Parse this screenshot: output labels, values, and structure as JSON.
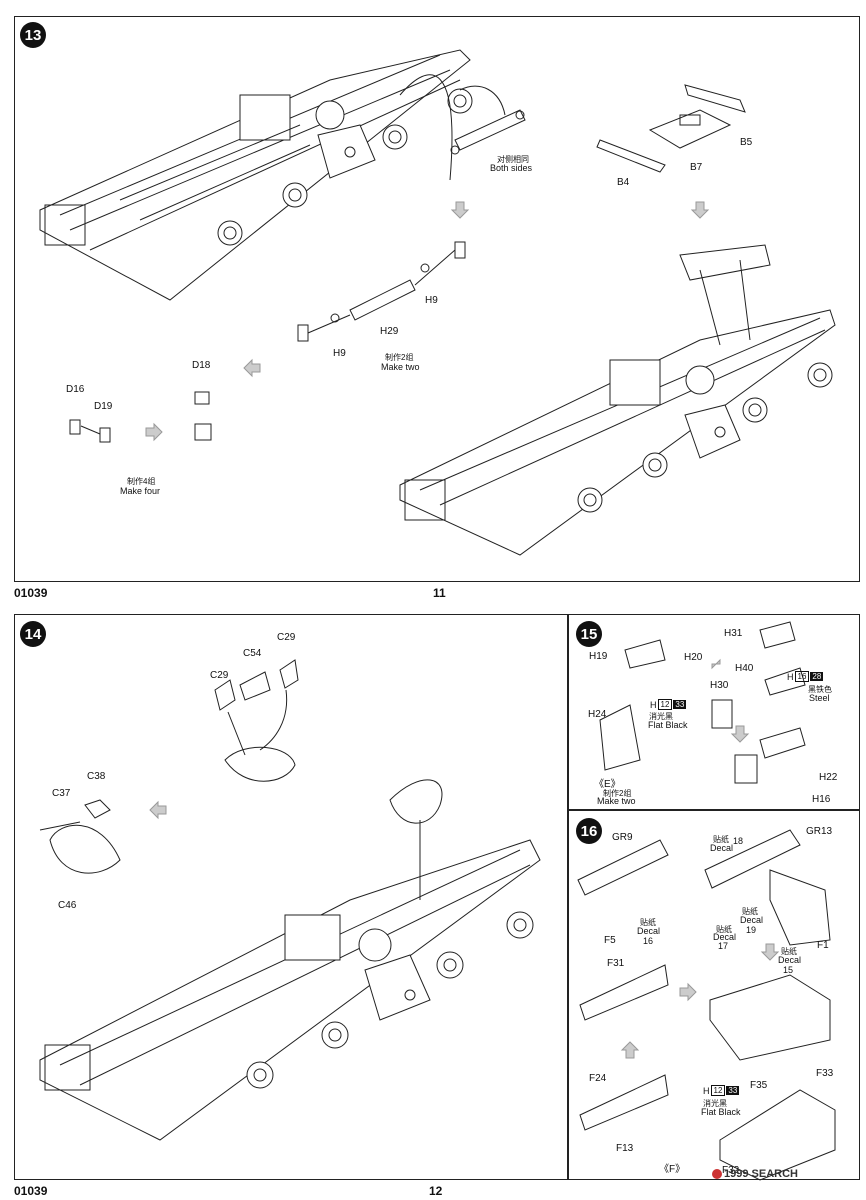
{
  "page11": {
    "step": "13",
    "code": "01039",
    "page_number": "11",
    "labels": {
      "both_sides_cn": "对侧相同",
      "both_sides_en": "Both sides",
      "b5": "B5",
      "b7": "B7",
      "b4": "B4",
      "h9_top": "H9",
      "h9_left": "H9",
      "h29": "H29",
      "make_two_cn": "制作2组",
      "make_two_en": "Make two",
      "d18": "D18",
      "d16": "D16",
      "d19": "D19",
      "make_four_cn": "制作4组",
      "make_four_en": "Make four"
    }
  },
  "page12": {
    "code": "01039",
    "page_number": "12",
    "step14": {
      "step": "14",
      "labels": {
        "c29_top": "C29",
        "c54": "C54",
        "c29_left": "C29",
        "c38": "C38",
        "c37": "C37",
        "c46": "C46"
      }
    },
    "step15": {
      "step": "15",
      "labels": {
        "h19": "H19",
        "h20": "H20",
        "h31": "H31",
        "h40": "H40",
        "h30": "H30",
        "h24": "H24",
        "h22": "H22",
        "h16": "H16",
        "make_two_cn": "制作2组",
        "make_two_en": "Make two",
        "sub_e": "《E》"
      },
      "paint_steel": {
        "letter": "H",
        "num1": "16",
        "num2": "28",
        "cn": "黑铁色",
        "en": "Steel"
      },
      "paint_flat_black": {
        "letter": "H",
        "num1": "12",
        "num2": "33",
        "cn": "消光黑",
        "en": "Flat Black"
      }
    },
    "step16": {
      "step": "16",
      "labels": {
        "gr9": "GR9",
        "gr13": "GR13",
        "decal_18_cn": "贴纸",
        "decal_18_en": "Decal",
        "decal_18_num": "18",
        "decal_16_cn": "贴纸",
        "decal_16_en": "Decal",
        "decal_16_num": "16",
        "decal_17_cn": "贴纸",
        "decal_17_en": "Decal",
        "decal_17_num": "17",
        "decal_19_cn": "贴纸",
        "decal_19_en": "Decal",
        "decal_19_num": "19",
        "decal_15_cn": "贴纸",
        "decal_15_en": "Decal",
        "decal_15_num": "15",
        "f5": "F5",
        "f1": "F1",
        "f31": "F31",
        "f24": "F24",
        "f13": "F13",
        "f35": "F35",
        "f33": "F33",
        "f32": "F32",
        "sub_f": "《F》"
      },
      "paint_flat_black": {
        "letter": "H",
        "num1": "12",
        "num2": "33",
        "cn": "消光黑",
        "en": "Flat Black"
      }
    }
  },
  "watermark": {
    "text": "1999 SEARCH"
  }
}
